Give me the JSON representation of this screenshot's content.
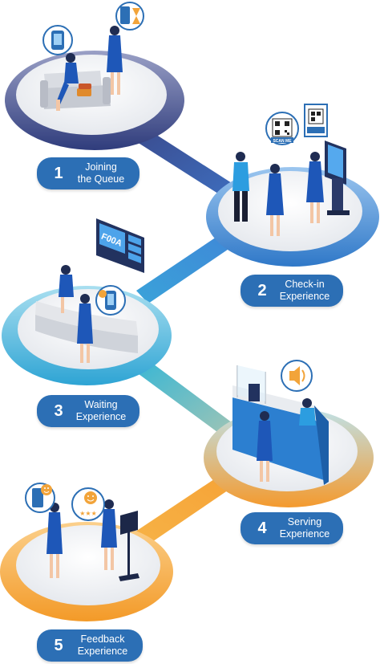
{
  "steps": [
    {
      "number": "1",
      "line1": "Joining",
      "line2": "the Queue"
    },
    {
      "number": "2",
      "line1": "Check-in",
      "line2": "Experience"
    },
    {
      "number": "3",
      "line1": "Waiting",
      "line2": "Experience"
    },
    {
      "number": "4",
      "line1": "Serving",
      "line2": "Experience"
    },
    {
      "number": "5",
      "line1": "Feedback",
      "line2": "Experience"
    }
  ],
  "screen_code": "F00A",
  "scan_badge": "SCAN ME",
  "colors": {
    "step_label": "#2c6fb5",
    "path_1_2": "#3a4a8c",
    "path_2_3": "#3f87d8",
    "path_3_4": "#35b6d6",
    "path_4_5": "#f5a236",
    "ring_1": "#3f4d8f",
    "ring_2": "#3b86d6",
    "ring_3": "#3aa8d9",
    "ring_4": "#f7a23a",
    "ring_5": "#f6a335",
    "uniform": "#1e57b8"
  },
  "icons": [
    "phone-queue-icon",
    "hourglass-icon",
    "qr-code-icon",
    "notification-bell-icon",
    "speaker-icon",
    "smiley-rating-icon"
  ]
}
